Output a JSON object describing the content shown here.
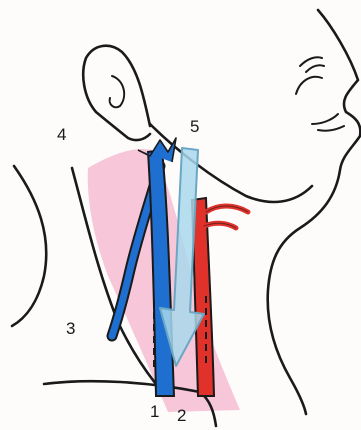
{
  "labels": {
    "n1": "1",
    "n2": "2",
    "n3": "3",
    "n4": "4",
    "n5": "5"
  },
  "colors": {
    "outline": "#1a1a1a",
    "muscle": "#f7c6d8",
    "vein": "#1f6fd1",
    "artery": "#e0312a",
    "arrow": "#a9d8ec",
    "arrow_stroke": "#6aa7c4"
  }
}
